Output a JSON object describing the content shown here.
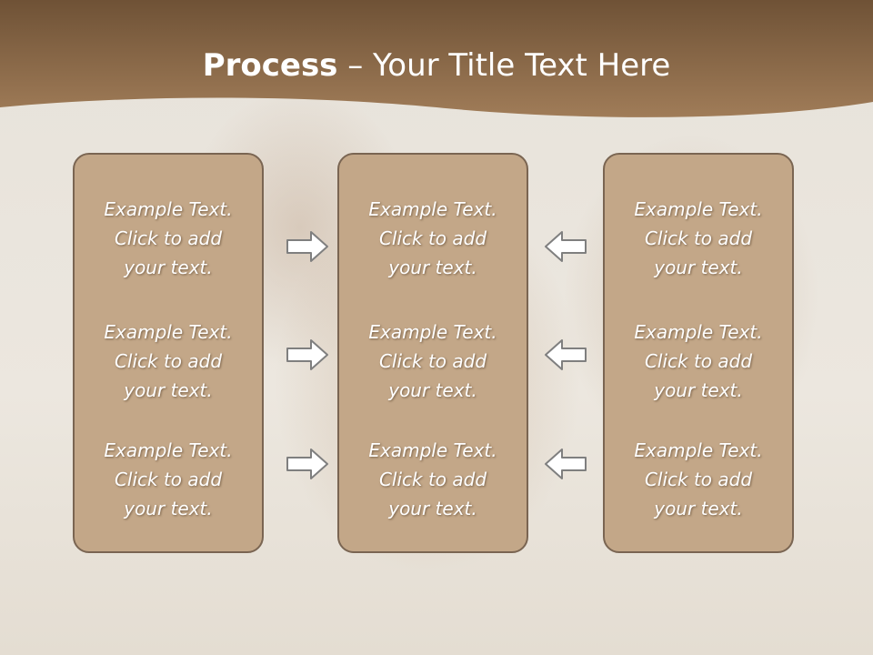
{
  "slide": {
    "title_bold": "Process",
    "title_rest": " – Your Title Text Here"
  },
  "colors": {
    "header": "#8a6848",
    "panel_fill": "#c3a788",
    "panel_border": "#7a6552",
    "arrow_fill": "#ffffff",
    "arrow_stroke": "#7f7f7f"
  },
  "columns": [
    {
      "items": [
        "Example Text.\nClick  to add\nyour text.",
        "Example Text.\nClick  to add\nyour text.",
        "Example Text.\nClick  to add\nyour text."
      ]
    },
    {
      "items": [
        "Example Text.\nClick  to add\nyour text.",
        "Example Text.\nClick  to add\nyour text.",
        "Example Text.\nClick  to add\nyour text."
      ]
    },
    {
      "items": [
        "Example Text.\nClick  to add\nyour text.",
        "Example Text.\nClick  to add\nyour text.",
        "Example Text.\nClick  to add\nyour text."
      ]
    }
  ],
  "arrows": {
    "left_group": "right-arrow-icon",
    "right_group": "left-arrow-icon"
  }
}
